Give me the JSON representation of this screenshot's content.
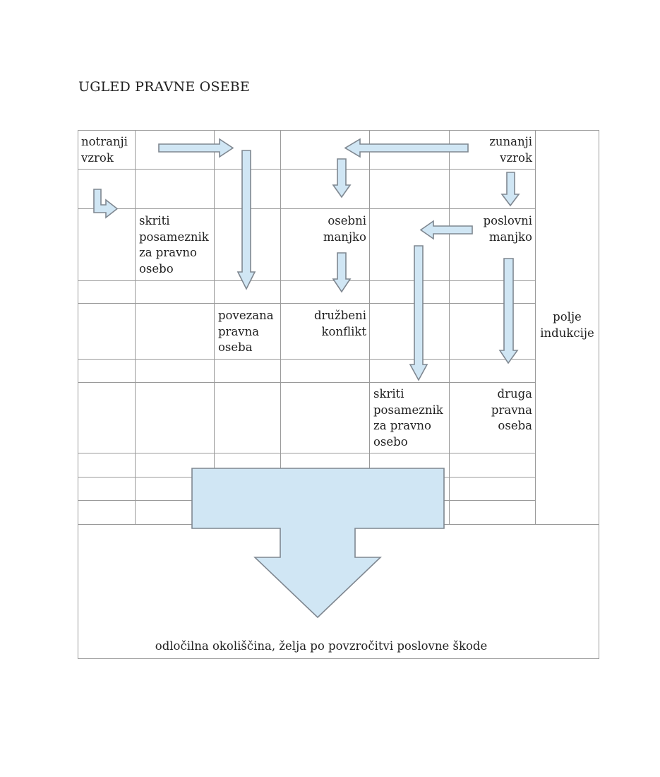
{
  "title": "UGLED PRAVNE OSEBE",
  "labels": {
    "inner_cause": "notranji\nvzrok",
    "outer_cause": "zunanji\nvzrok",
    "hidden_individual_left": "skriti\nposameznik\nza pravno\nosebo",
    "personal_deficit": "osebni\nmanjko",
    "business_deficit": "poslovni\nmanjko",
    "related_legal_entity": "povezana\npravna\noseba",
    "social_conflict": "družbeni\nkonflikt",
    "induction_field": "polje\nindukcije",
    "hidden_individual_right": "skriti\nposameznik\nza pravno\nosebo",
    "other_legal_entity": "druga\npravna\noseba",
    "decisive_circumstance": "odločilna okoliščina, želja po povzročitvi poslovne škode"
  },
  "colors": {
    "arrow_fill": "#d0e6f4",
    "arrow_stroke": "#7f8790",
    "grid": "#9a9a9a"
  }
}
